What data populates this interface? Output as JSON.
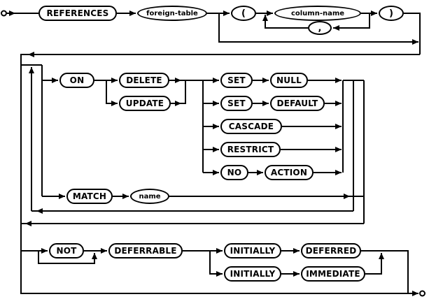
{
  "diagram": {
    "keywords": {
      "references": "REFERENCES",
      "on": "ON",
      "delete": "DELETE",
      "update": "UPDATE",
      "set1": "SET",
      "null": "NULL",
      "set2": "SET",
      "default": "DEFAULT",
      "cascade": "CASCADE",
      "restrict": "RESTRICT",
      "no": "NO",
      "action": "ACTION",
      "match": "MATCH",
      "not": "NOT",
      "deferrable": "DEFERRABLE",
      "initially1": "INITIALLY",
      "deferred": "DEFERRED",
      "initially2": "INITIALLY",
      "immediate": "IMMEDIATE"
    },
    "nonterminals": {
      "foreign_table": "foreign-table",
      "column_name": "column-name",
      "name": "name"
    },
    "literals": {
      "lparen": "(",
      "comma": ",",
      "rparen": ")"
    }
  }
}
